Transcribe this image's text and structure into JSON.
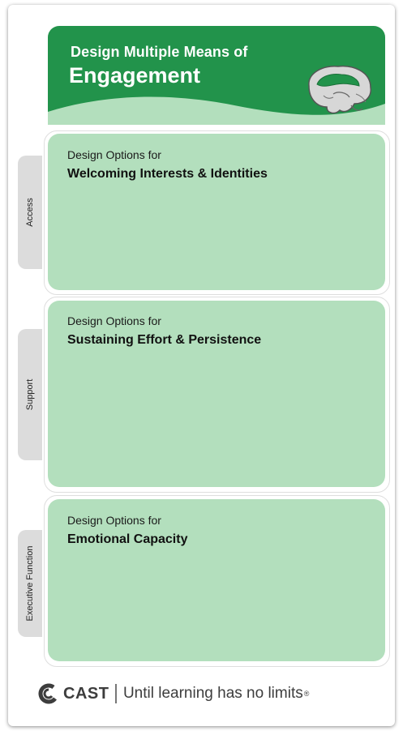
{
  "header": {
    "line1": "Design Multiple Means of",
    "line2": "Engagement",
    "brain_icon": "brain-icon",
    "color": "#22934b"
  },
  "sections": [
    {
      "tab": "Access",
      "label": "Design Options for",
      "title": "Welcoming Interests & Identities"
    },
    {
      "tab": "Support",
      "label": "Design Options for",
      "title": "Sustaining Effort & Persistence"
    },
    {
      "tab": "Executive Function",
      "label": "Design Options for",
      "title": "Emotional Capacity"
    }
  ],
  "footer": {
    "logo_icon": "cast-logo-icon",
    "brand": "CAST",
    "tagline": "Until learning has no limits",
    "registered_mark": "®"
  },
  "colors": {
    "box_fill": "#b3dfbd",
    "tab_fill": "#dcdcdc"
  }
}
